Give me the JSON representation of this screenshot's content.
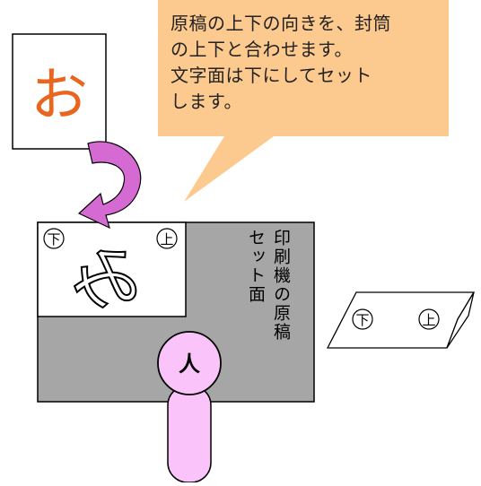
{
  "callout": {
    "text": "原稿の上下の向きを、封筒\nの上下と合わせます。\n文字面は下にしてセット\nします。",
    "fill": "#fcc98e"
  },
  "original_sheet": {
    "glyph": "お",
    "glyph_color": "#e8661e"
  },
  "printer": {
    "label_primary": "印刷機の原稿",
    "label_secondary": "セット面",
    "bed_color": "#a6a6a6"
  },
  "placed_sheet": {
    "glyph": "み",
    "mark_bottom": "下",
    "mark_top": "上"
  },
  "person": {
    "label": "人",
    "fill": "#fac4fa"
  },
  "envelope": {
    "mark_bottom": "下",
    "mark_top": "上"
  },
  "arrow": {
    "fill": "#d46ad2"
  }
}
